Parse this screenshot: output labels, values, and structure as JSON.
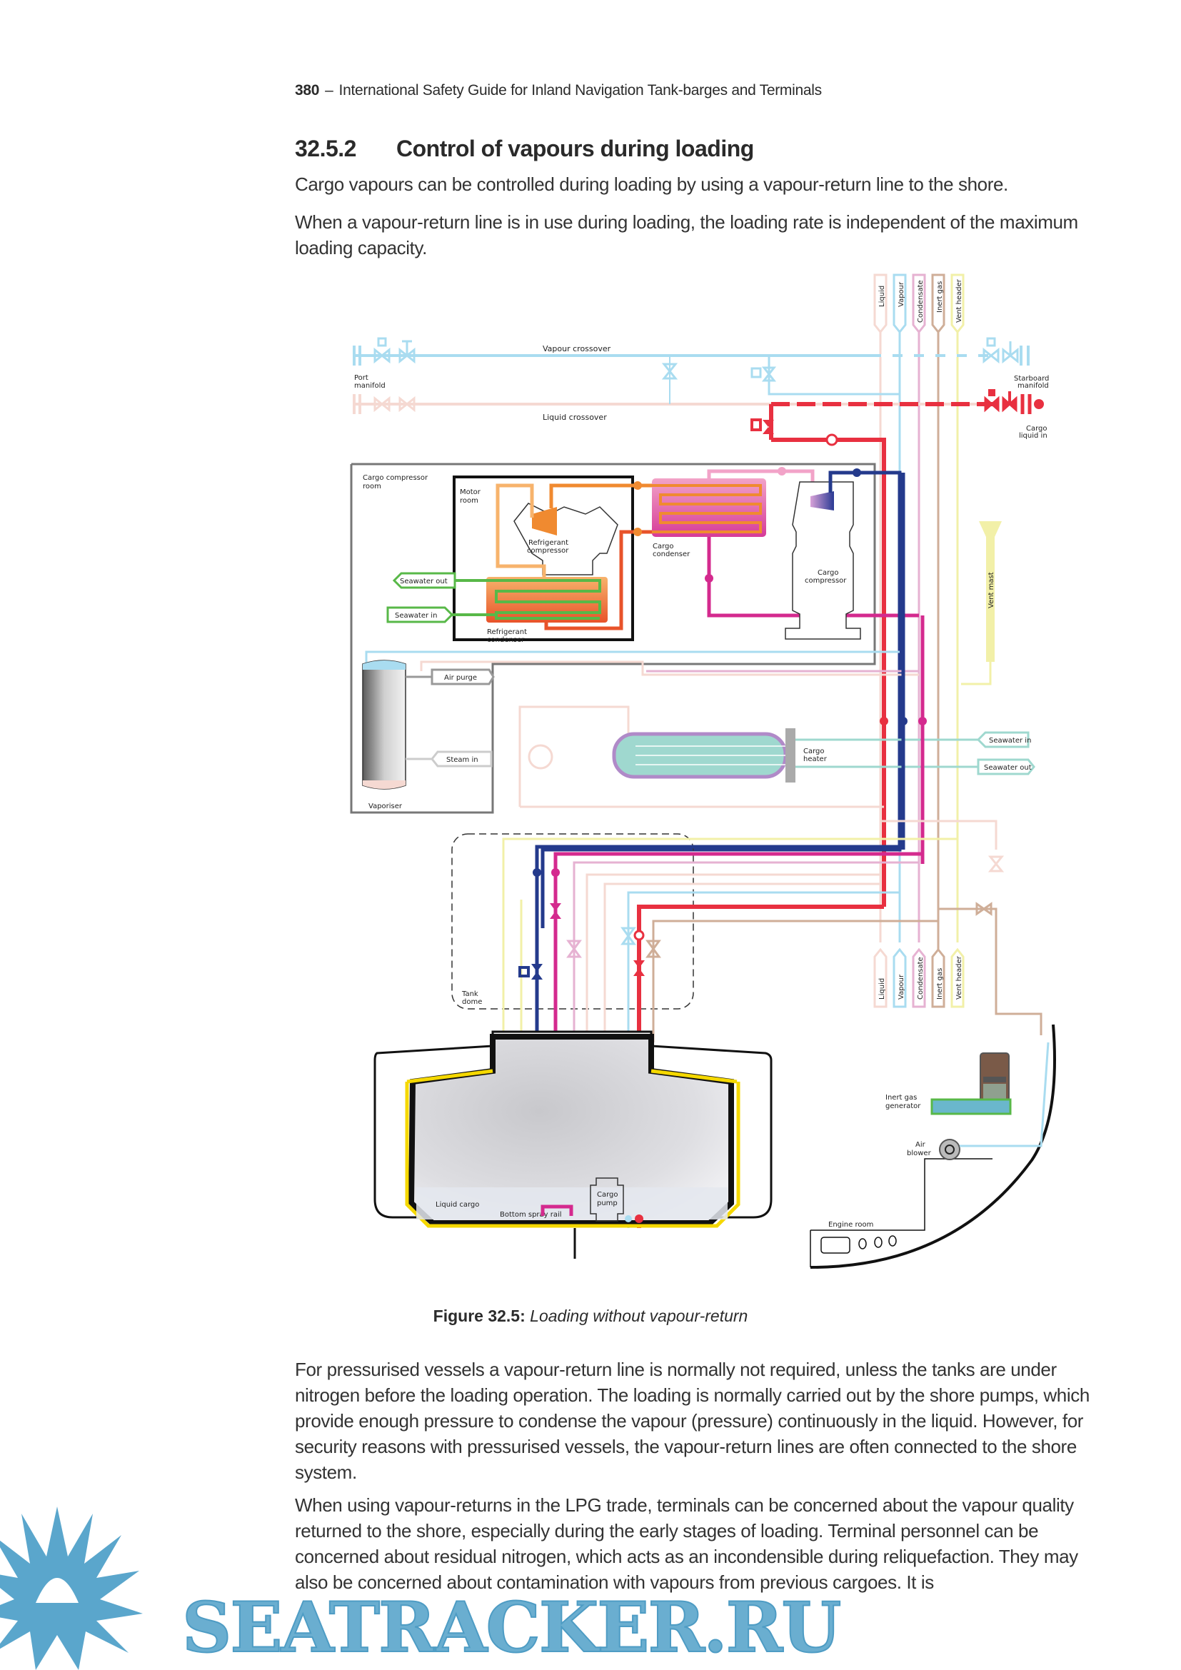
{
  "header": {
    "page_number": "380",
    "separator": "–",
    "book_title": "International Safety Guide for Inland Navigation Tank-barges and Terminals"
  },
  "section": {
    "number": "32.5.2",
    "title": "Control of vapours during loading"
  },
  "paragraphs_before": [
    "Cargo vapours can be controlled during loading by using a vapour-return line to the shore.",
    "When a vapour-return line is in use during loading, the loading rate is independent of the maximum loading capacity."
  ],
  "figure": {
    "label": "Figure 32.5:",
    "caption": "Loading without vapour-return",
    "header_lines": [
      "Liquid",
      "Vapour",
      "Condensate",
      "Inert gas",
      "Vent header"
    ],
    "line_colors": {
      "liquid": "#f5d9d2",
      "vapour": "#a9dcf0",
      "condensate": "#e6b2d2",
      "inert_gas": "#cfae98",
      "vent_header": "#f2f0a8",
      "cargo_liquid_active": "#e83040",
      "vapour_active": "#243a8c",
      "condensate_active": "#d42a8e",
      "seawater": "#58b848",
      "refrigerant": "#f08a30",
      "heater_water": "#9fd8cf"
    },
    "labels": {
      "vapour_crossover": "Vapour crossover",
      "liquid_crossover": "Liquid crossover",
      "port_manifold": [
        "Port",
        "manifold"
      ],
      "starboard_manifold": [
        "Starboard",
        "manifold"
      ],
      "cargo_liquid_in": [
        "Cargo",
        "liquid in"
      ],
      "cargo_compressor_room": [
        "Cargo compressor",
        "room"
      ],
      "motor_room": [
        "Motor",
        "room"
      ],
      "refrigerant_compressor": [
        "Refrigerant",
        "compressor"
      ],
      "refrigerant_condenser": [
        "Refrigerant",
        "condenser"
      ],
      "cargo_condenser": [
        "Cargo",
        "condenser"
      ],
      "cargo_compressor": [
        "Cargo",
        "compressor"
      ],
      "seawater_out": "Seawater out",
      "seawater_in": "Seawater in",
      "air_purge": "Air purge",
      "steam_in": "Steam in",
      "vaporiser": "Vaporiser",
      "cargo_heater": [
        "Cargo",
        "heater"
      ],
      "heater_seawater_in": "Seawater in",
      "heater_seawater_out": "Seawater out",
      "vent_mast": "Vent mast",
      "tank_dome": [
        "Tank",
        "dome"
      ],
      "liquid_cargo": "Liquid cargo",
      "bottom_spray_rail": "Bottom spray rail",
      "cargo_pump": [
        "Cargo",
        "pump"
      ],
      "inert_gas_generator": [
        "Inert gas",
        "generator"
      ],
      "air_blower": [
        "Air",
        "blower"
      ],
      "engine_room": "Engine room"
    }
  },
  "paragraphs_after": [
    "For pressurised vessels a vapour-return line is normally not required, unless the tanks are under nitrogen before the loading operation. The loading is normally carried out by the shore pumps, which provide enough pressure to condense the vapour (pressure) continuously in the liquid. However, for security reasons with pressurised vessels, the vapour-return lines are often connected to the shore system.",
    "When using vapour-returns in the LPG trade, terminals can be concerned about the vapour quality returned to the shore, especially during the early stages of loading. Terminal personnel can be concerned about residual nitrogen, which acts as an incondensible during reliquefaction. They may also be concerned about contamination with vapours from previous cargoes. It is"
  ],
  "watermark": {
    "text": "SEATRACKER.RU",
    "color": "#5aa6cc"
  }
}
